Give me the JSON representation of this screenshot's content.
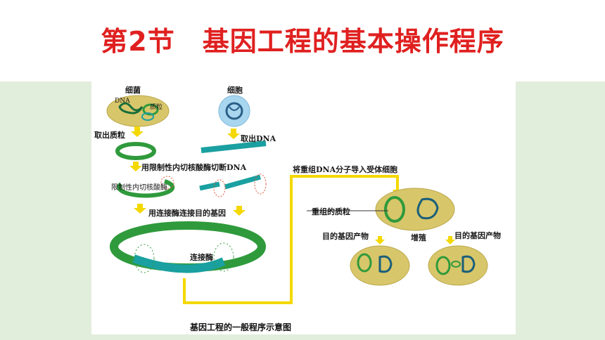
{
  "slide_title": "第2节　基因工程的基本操作程序",
  "diagram": {
    "labels": {
      "bacteria": "细菌",
      "dna_in_cell": "DNA",
      "plasmid_in_cell": "质粒",
      "cell": "细胞",
      "take_plasmid": "取出质粒",
      "take_dna": "取出DNA",
      "cut_step": "用限制性内切核酸酶切断DNA",
      "restriction_enzyme": "限制性内切核酸酶",
      "ligase_step": "用连接酶连接目的基因",
      "ligase": "连接酶",
      "introduce_step": "将重组DNA分子导入受体细胞",
      "recombinant_plasmid": "重组的质粒",
      "product_left": "目的基因产物",
      "proliferation": "增殖",
      "product_right": "目的基因产物"
    },
    "caption": "基因工程的一般程序示意图"
  },
  "colors": {
    "title": "#e02020",
    "band": "#e2eedc",
    "arrow": "#f4d800",
    "cell_fill": "#d8c66a",
    "plasmid": "#2f9a3c",
    "dna_strand": "#1aa0a0"
  }
}
